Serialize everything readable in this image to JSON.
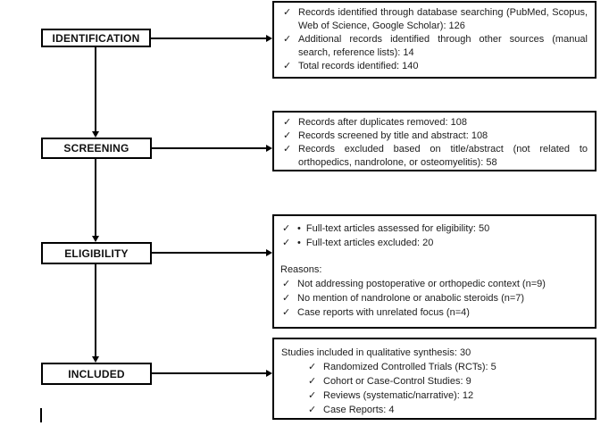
{
  "colors": {
    "background": "#ffffff",
    "border": "#000000",
    "text": "#1c1c1c"
  },
  "icons": {
    "check": "✓",
    "bullet": "•"
  },
  "stages": [
    {
      "label": "IDENTIFICATION"
    },
    {
      "label": "SCREENING"
    },
    {
      "label": "ELIGIBILITY"
    },
    {
      "label": "INCLUDED"
    }
  ],
  "boxes": {
    "identification": {
      "items": [
        "Records identified through database searching (PubMed, Scopus, Web of Science, Google Scholar): 126",
        "Additional records identified through other sources (manual search, reference lists): 14",
        "Total records identified: 140"
      ]
    },
    "screening": {
      "items": [
        "Records after duplicates removed: 108",
        "Records screened by title and abstract: 108",
        "Records excluded based on title/abstract (not related to orthopedics, nandrolone, or osteomyelitis): 58"
      ]
    },
    "eligibility": {
      "assessed_items": [
        "Full-text articles assessed for eligibility: 50",
        "Full-text articles excluded: 20"
      ],
      "reasons_label": "Reasons:",
      "reasons": [
        "Not addressing postoperative or orthopedic context (n=9)",
        "No mention of nandrolone or anabolic steroids (n=7)",
        "Case reports with unrelated focus (n=4)"
      ]
    },
    "included": {
      "heading": "Studies included in qualitative synthesis: 30",
      "items": [
        "Randomized Controlled Trials (RCTs): 5",
        "Cohort or Case-Control Studies: 9",
        "Reviews (systematic/narrative): 12",
        "Case Reports: 4"
      ]
    }
  }
}
